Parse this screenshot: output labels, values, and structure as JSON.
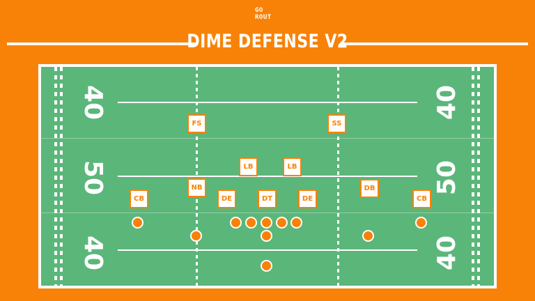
{
  "logo": {
    "line1": "GO",
    "line2": "ROUT"
  },
  "title": "DIME DEFENSE V2",
  "field": {
    "yard_numbers": {
      "top": "40",
      "middle": "50",
      "bottom": "40"
    }
  },
  "defense": [
    {
      "id": "fs",
      "label": "FS"
    },
    {
      "id": "ss",
      "label": "SS"
    },
    {
      "id": "lb-left",
      "label": "LB"
    },
    {
      "id": "lb-right",
      "label": "LB"
    },
    {
      "id": "cb-left",
      "label": "CB"
    },
    {
      "id": "nb",
      "label": "NB"
    },
    {
      "id": "de-left",
      "label": "DE"
    },
    {
      "id": "dt",
      "label": "DT"
    },
    {
      "id": "de-right",
      "label": "DE"
    },
    {
      "id": "db",
      "label": "DB"
    },
    {
      "id": "cb-right",
      "label": "CB"
    }
  ],
  "colors": {
    "background": "#f88208",
    "turf": "#5bb67a",
    "line": "#ffffff"
  }
}
